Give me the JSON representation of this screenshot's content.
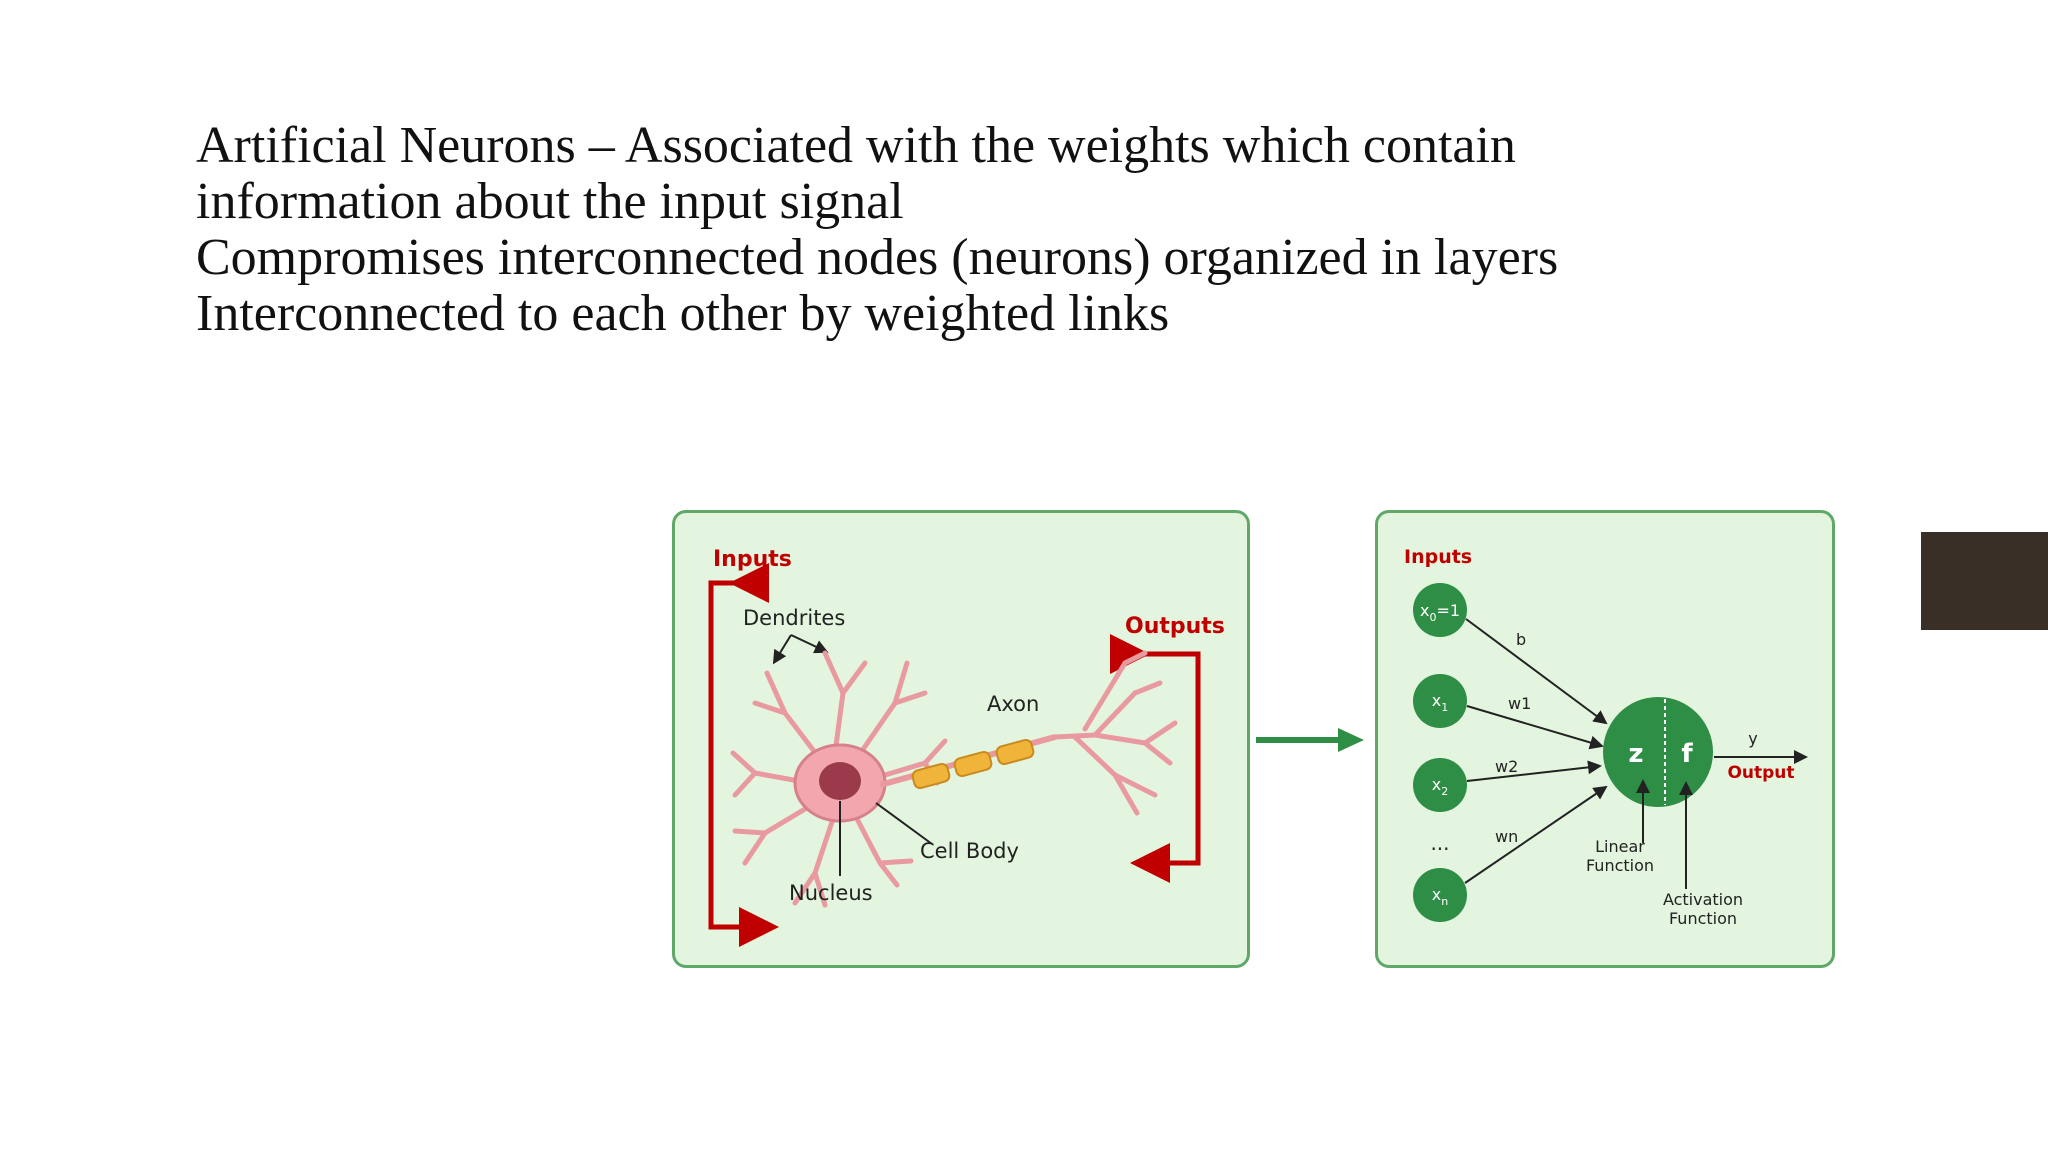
{
  "slide": {
    "lines": [
      "Artificial Neurons – Associated with the weights which contain",
      "information about the input signal",
      "Compromises interconnected nodes (neurons) organized in layers",
      "Interconnected to each other by weighted links"
    ]
  },
  "biological": {
    "inputs_label": "Inputs",
    "dendrites_label": "Dendrites",
    "outputs_label": "Outputs",
    "axon_label": "Axon",
    "cell_body_label": "Cell Body",
    "nucleus_label": "Nucleus"
  },
  "artificial": {
    "inputs_label": "Inputs",
    "nodes": {
      "x0": [
        "x",
        "0",
        "=1"
      ],
      "x1": [
        "x",
        "1"
      ],
      "x2": [
        "x",
        "2"
      ],
      "dots": "...",
      "xn": [
        "x",
        "n"
      ]
    },
    "weights": {
      "b": "b",
      "w1": "w1",
      "w2": "w2",
      "wn": "wn"
    },
    "z": "z",
    "f": "f",
    "y": "y",
    "output_label": "Output",
    "linear_function_label": [
      "Linear",
      "Function"
    ],
    "activation_function_label": [
      "Activation",
      "Function"
    ]
  },
  "colors": {
    "panel_bg": "#e3f5df",
    "panel_border": "#5fa869",
    "node_green": "#2f8e45",
    "arrow_red": "#c00000",
    "neuron_pink": "#e99aa0",
    "axon_yellow": "#f0b43a",
    "accent_bar": "#3a2f26"
  }
}
